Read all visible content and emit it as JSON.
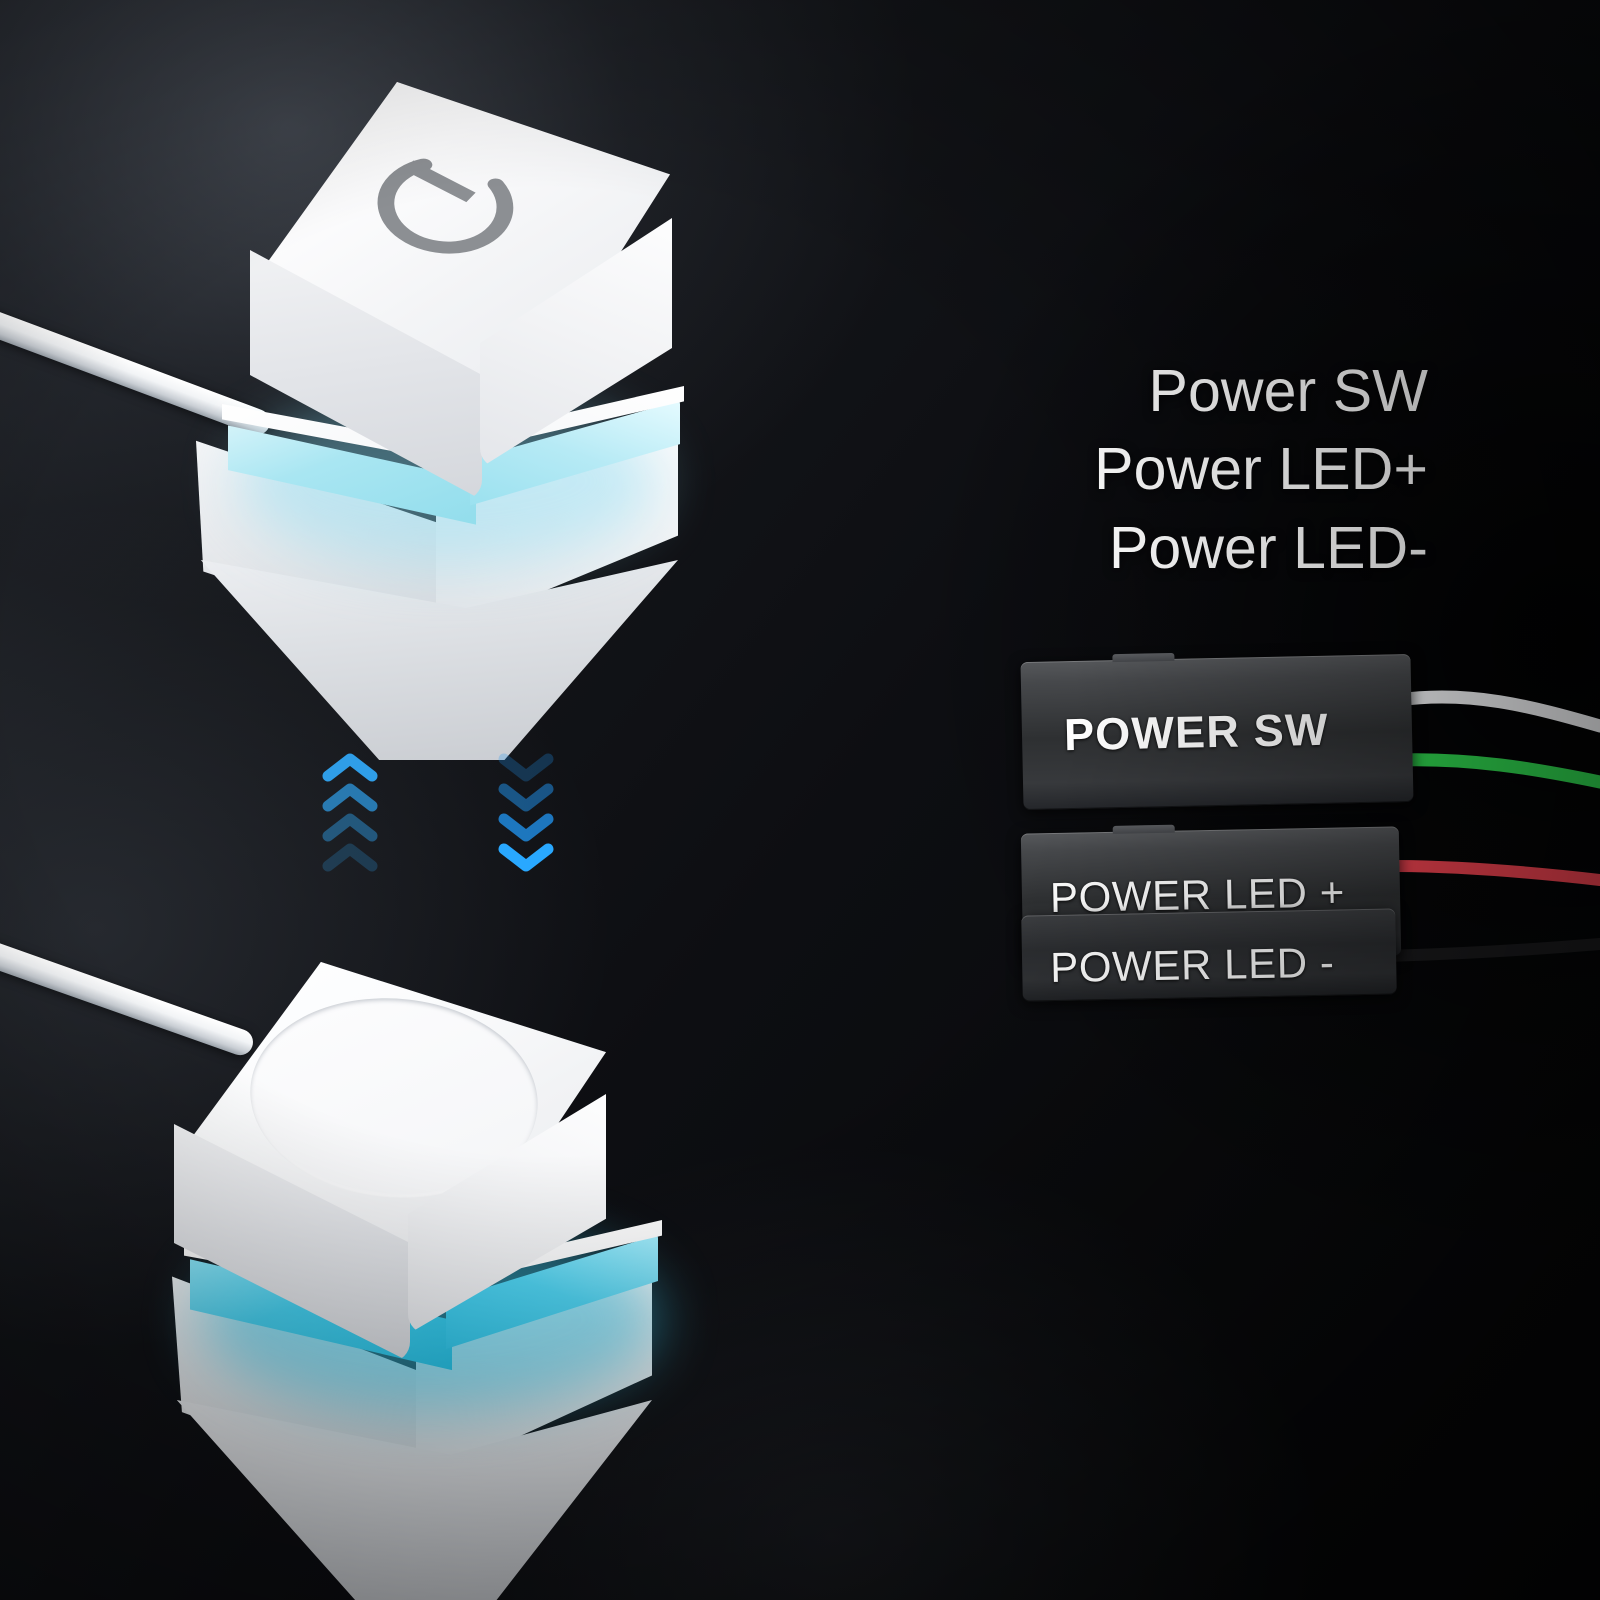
{
  "scene": {
    "background_color": "#0b0c0f",
    "title": "Computer Power Switch Button Product Photo"
  },
  "labels": {
    "lines": [
      {
        "text": "Power SW",
        "name": "label-power-sw"
      },
      {
        "text": "Power LED+",
        "name": "label-power-led-plus"
      },
      {
        "text": "Power LED-",
        "name": "label-power-led-minus"
      }
    ],
    "color": "#ffffff"
  },
  "connectors": [
    {
      "name": "connector-power-sw",
      "text": "POWER SW",
      "body_color": "#2e3032",
      "text_color": "#ffffff",
      "bold": true,
      "wires": [
        {
          "color_name": "white",
          "color": "#f2f3f5"
        },
        {
          "color_name": "green",
          "color": "#2fd44e"
        }
      ]
    },
    {
      "name": "connector-power-led-plus",
      "text": "POWER LED +",
      "body_color": "#2e3032",
      "text_color": "#ffffff",
      "bold": false,
      "wires": [
        {
          "color_name": "red",
          "color": "#ef4350"
        }
      ]
    },
    {
      "name": "connector-power-led-minus",
      "text": "POWER LED -",
      "body_color": "#2b2d30",
      "text_color": "#ffffff",
      "bold": false,
      "wires": [
        {
          "color_name": "black",
          "color": "#1a1a1c"
        }
      ]
    }
  ],
  "buttons": [
    {
      "name": "power-button-top",
      "state": "released",
      "icon": "power-icon",
      "icon_color": "#8c8f93",
      "cap_color": "#f6f7f9",
      "led_color": "#a6e6f2",
      "has_cable": true,
      "cable_color": "#ffffff"
    },
    {
      "name": "power-button-bottom",
      "state": "pressed",
      "icon": "none",
      "cap_color": "#f6f7f9",
      "led_color": "#34c9e8",
      "has_cable": true,
      "cable_color": "#ffffff"
    }
  ],
  "motion_indicators": [
    {
      "name": "chevrons-up",
      "direction": "up",
      "count": 4,
      "color": "#2a8fe0",
      "brightest_end": "top"
    },
    {
      "name": "chevrons-down",
      "direction": "down",
      "count": 4,
      "color": "#2196f3",
      "brightest_end": "bottom"
    }
  ]
}
